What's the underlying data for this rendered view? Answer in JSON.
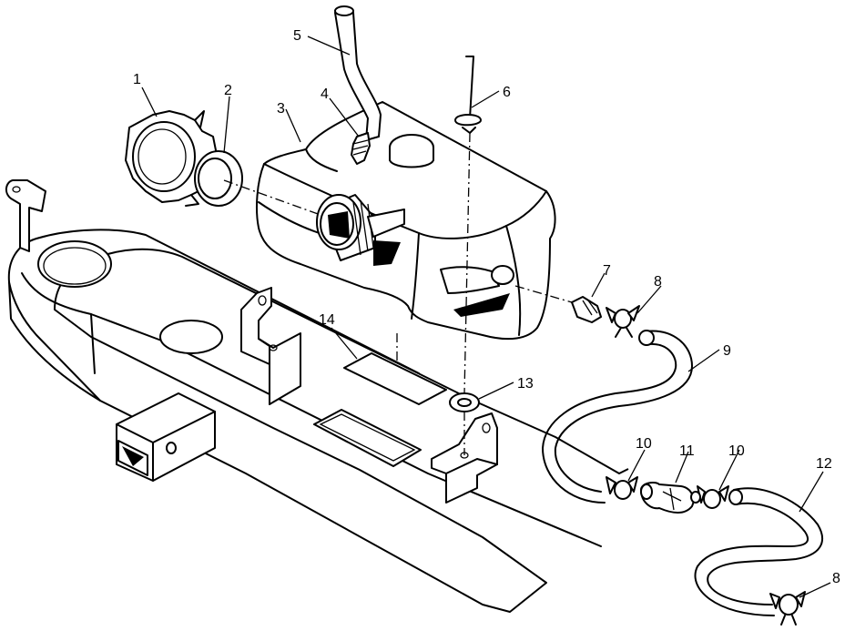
{
  "callouts": [
    {
      "id": "c1",
      "label": "1"
    },
    {
      "id": "c2",
      "label": "2"
    },
    {
      "id": "c3",
      "label": "3"
    },
    {
      "id": "c4",
      "label": "4"
    },
    {
      "id": "c5",
      "label": "5"
    },
    {
      "id": "c6",
      "label": "6"
    },
    {
      "id": "c7",
      "label": "7"
    },
    {
      "id": "c8a",
      "label": "8"
    },
    {
      "id": "c8b",
      "label": "8"
    },
    {
      "id": "c9",
      "label": "9"
    },
    {
      "id": "c10a",
      "label": "10"
    },
    {
      "id": "c10b",
      "label": "10"
    },
    {
      "id": "c11",
      "label": "11"
    },
    {
      "id": "c12",
      "label": "12"
    },
    {
      "id": "c13",
      "label": "13"
    },
    {
      "id": "c14",
      "label": "14"
    }
  ],
  "colors": {
    "line": "#000000",
    "background": "#ffffff"
  }
}
